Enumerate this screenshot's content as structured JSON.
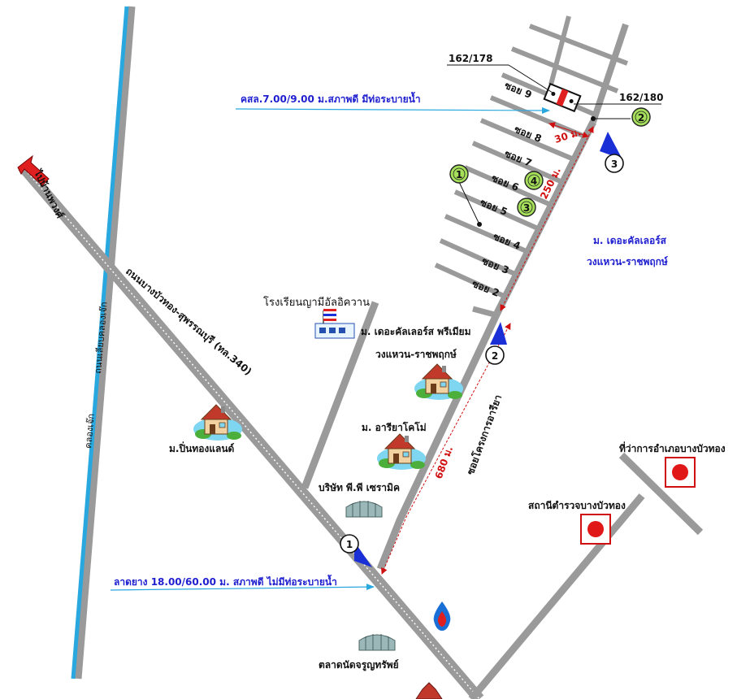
{
  "colors": {
    "road": "#9a9a9a",
    "canal": "#29a8e0",
    "pointer": "#29a8e0",
    "distance": "#d01010",
    "marker_fill": "#a6e05a",
    "arrow_blue": "#1a2fd6",
    "arrow_red": "#e02020",
    "village_text": "#1f1fd0"
  },
  "roads": {
    "main": "ถนนบางบัวทอง-สุพรรณบุรี (ทล.340)",
    "to_direction": "ไปบ้านพวงศ์",
    "canal_road": "ถนนเลียบคลองเจ๊ก",
    "canal": "คลองเจ๊ก",
    "project_road": "ซอยโครงการอารียา"
  },
  "sois": [
    "ซอย 2",
    "ซอย 3",
    "ซอย 4",
    "ซอย 5",
    "ซอย 6",
    "ซอย 7",
    "ซอย 8",
    "ซอย 9"
  ],
  "distances": {
    "d680": "680 ม.",
    "d250": "250 ม.",
    "d30": "30 ม."
  },
  "house_numbers": {
    "left": "162/178",
    "right": "162/180"
  },
  "notes": {
    "top": "คสล.7.00/9.00 ม.สภาพดี มีท่อระบายน้ำ",
    "bottom": "ลาดยาง 18.00/60.00 ม. สภาพดี ไม่มีท่อระบายน้ำ"
  },
  "places": {
    "school": "โรงเรียนญามีอัลอิควาน",
    "village_premium_1": "ม. เดอะคัลเลอร์ส พรีเมียม",
    "village_premium_2": "วงแหวน-ราชพฤกษ์",
    "village_colors_1": "ม. เดอะคัลเลอร์ส",
    "village_colors_2": "วงแหวน-ราชพฤกษ์",
    "ariya": "ม. อารียาโคโม่",
    "pinthong": "ม.ปิ่นทองแลนด์",
    "company": "บริษัท พี.พี เซรามิค",
    "district_office": "ที่ว่าการอำเภอบางบัวทอง",
    "police": "สถานีตำรวจบางบัวทอง",
    "market": "ตลาดนัดจรูญทรัพย์"
  },
  "markers": {
    "photo_points": [
      "1",
      "2",
      "3",
      "4"
    ],
    "arrow_points": [
      "1",
      "2",
      "3"
    ]
  }
}
